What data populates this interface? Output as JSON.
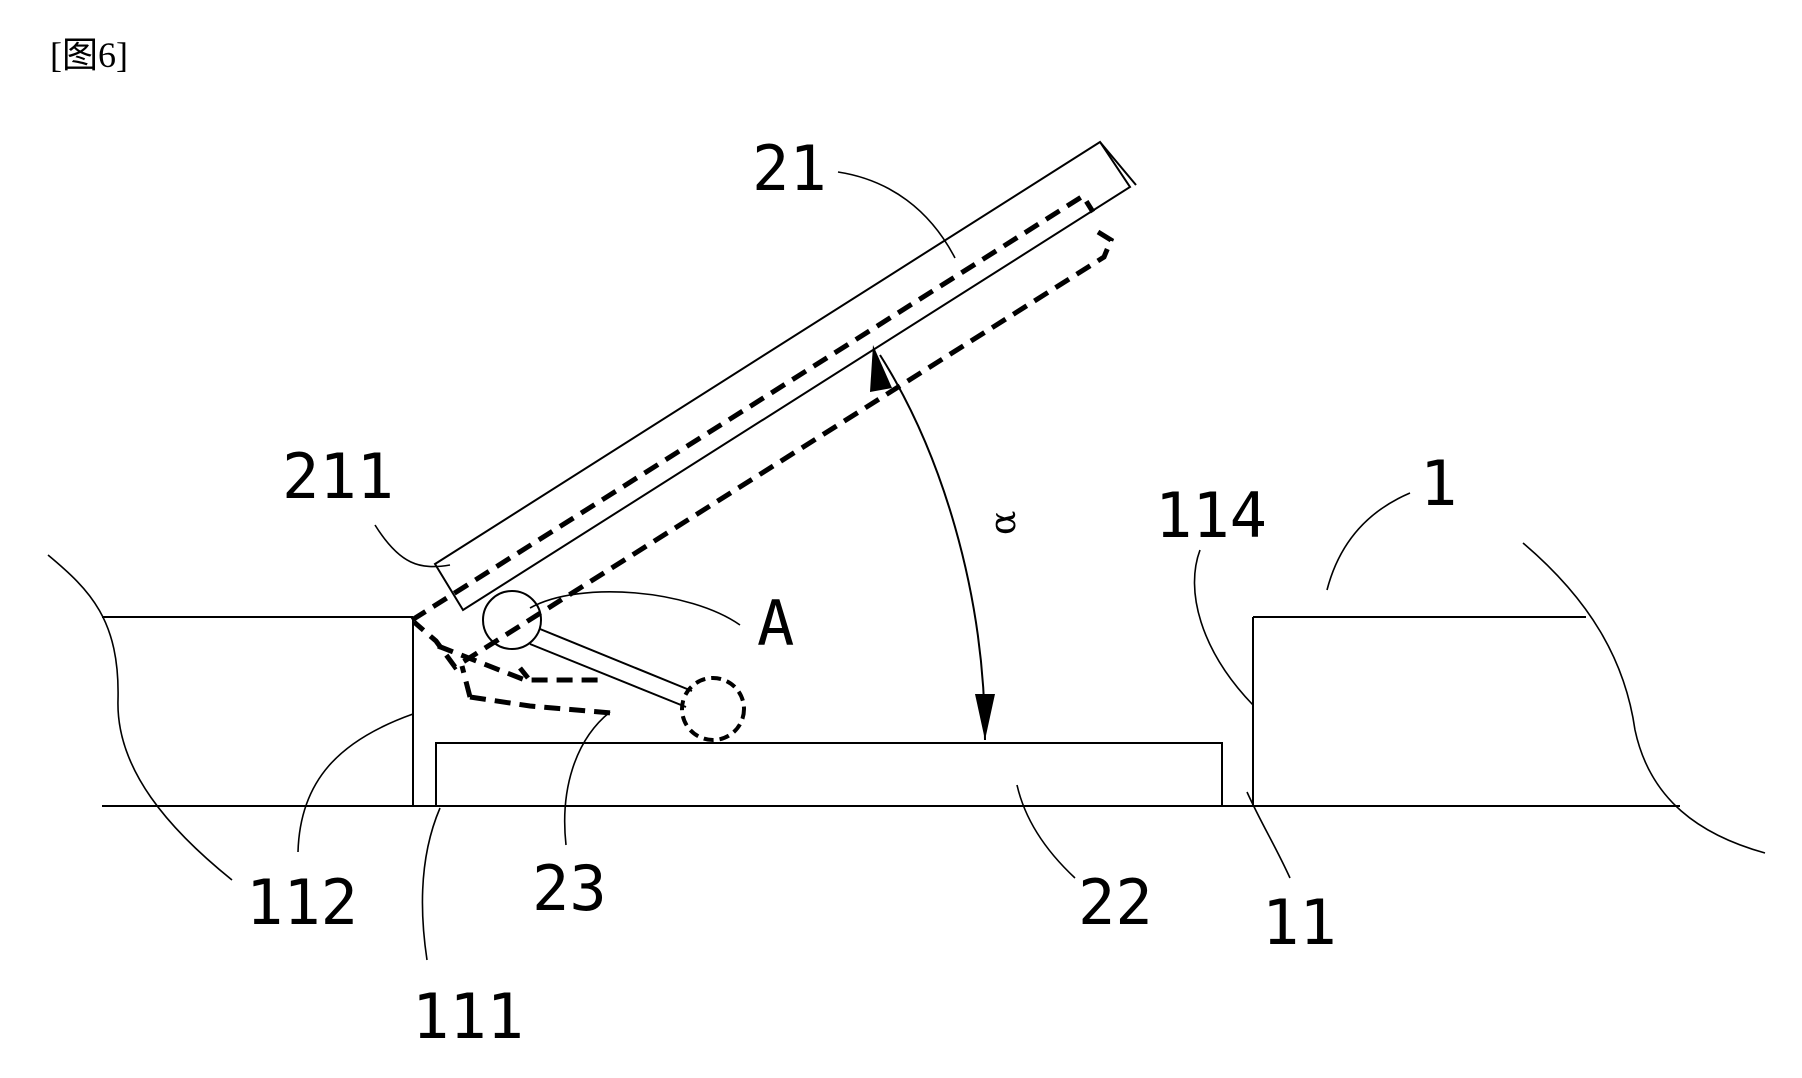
{
  "figure": {
    "caption": "[图6]",
    "angle_symbol": "α"
  },
  "labels": {
    "housing": "1",
    "slot": "11",
    "slot_bottom": "111",
    "slot_wall_left": "112",
    "slot_wall_right": "114",
    "cover_plate": "21",
    "cover_edge": "211",
    "base_plate": "22",
    "linkage": "23",
    "pivot_point": "A"
  }
}
